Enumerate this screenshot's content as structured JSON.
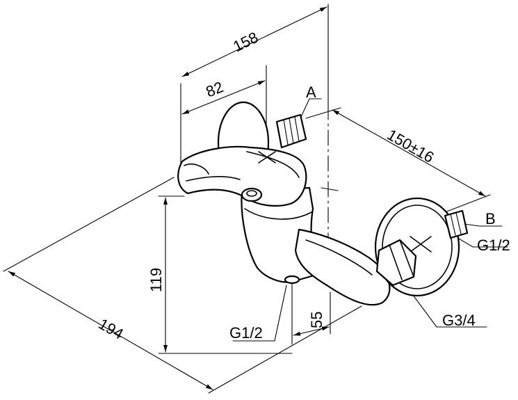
{
  "dimensions": {
    "d158": "158",
    "d82": "82",
    "d150": "150±16",
    "d119": "119",
    "d194": "194",
    "d55": "55"
  },
  "callouts": {
    "A": "A",
    "B": "B",
    "g12_right": "G1/2",
    "g34": "G3/4",
    "g12_bottom": "G1/2"
  }
}
